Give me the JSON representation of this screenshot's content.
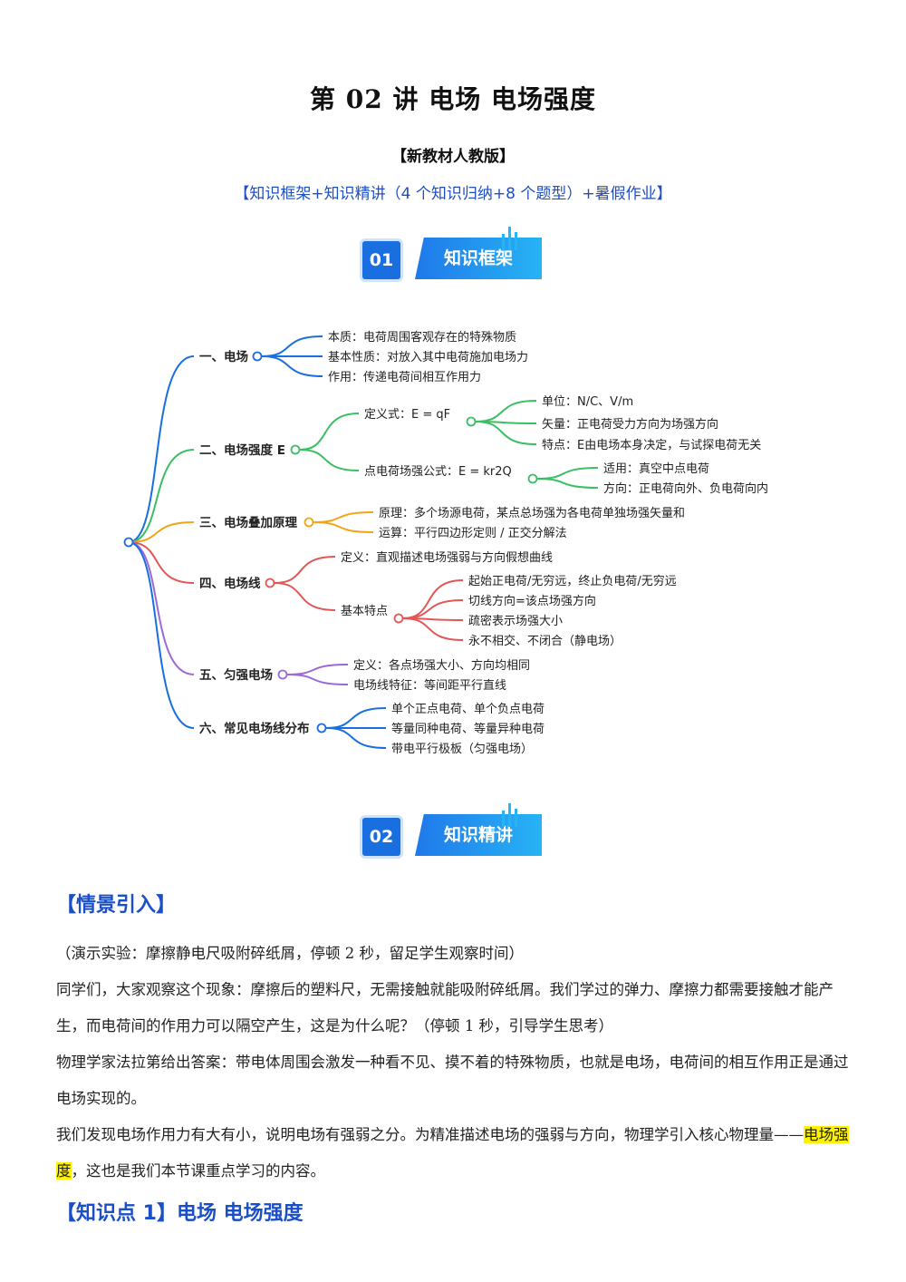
{
  "title": "第 02 讲  电场  电场强度",
  "edition": "【新教材人教版】",
  "subtitle": "【知识框架+知识精讲（4 个知识归纳+8 个题型）+暑假作业】",
  "banners": [
    {
      "num": "01",
      "label": "知识框架"
    },
    {
      "num": "02",
      "label": "知识精讲"
    }
  ],
  "colors": {
    "blue": "#1a6fe0",
    "green": "#3bbf63",
    "orange": "#f2a516",
    "red": "#e45757",
    "purple": "#9b6ad6",
    "heading": "#1b4fc7"
  },
  "mindmap": {
    "branches": [
      {
        "label": "一、电场",
        "children": [
          {
            "label": "本质：电荷周围客观存在的特殊物质"
          },
          {
            "label": "基本性质：对放入其中电荷施加电场力"
          },
          {
            "label": "作用：传递电荷间相互作用力"
          }
        ]
      },
      {
        "label": "二、电场强度 E",
        "children": [
          {
            "label": "定义式：E = qF",
            "children": [
              {
                "label": "单位：N/C、V/m"
              },
              {
                "label": "矢量：正电荷受力方向为场强方向"
              },
              {
                "label": "特点：E由电场本身决定，与试探电荷无关"
              }
            ]
          },
          {
            "label": "点电荷场强公式：E = kr2Q",
            "children": [
              {
                "label": "适用：真空中点电荷"
              },
              {
                "label": "方向：正电荷向外、负电荷向内"
              }
            ]
          }
        ]
      },
      {
        "label": "三、电场叠加原理",
        "children": [
          {
            "label": "原理：多个场源电荷，某点总场强为各电荷单独场强矢量和"
          },
          {
            "label": "运算：平行四边形定则 / 正交分解法"
          }
        ]
      },
      {
        "label": "四、电场线",
        "children": [
          {
            "label": "定义：直观描述电场强弱与方向假想曲线"
          },
          {
            "label": "基本特点",
            "children": [
              {
                "label": "起始正电荷/无穷远，终止负电荷/无穷远"
              },
              {
                "label": "切线方向=该点场强方向"
              },
              {
                "label": "疏密表示场强大小"
              },
              {
                "label": "永不相交、不闭合（静电场）"
              }
            ]
          }
        ]
      },
      {
        "label": "五、匀强电场",
        "children": [
          {
            "label": "定义：各点场强大小、方向均相同"
          },
          {
            "label": "电场线特征：等间距平行直线"
          }
        ]
      },
      {
        "label": "六、常见电场线分布",
        "children": [
          {
            "label": "单个正点电荷、单个负点电荷"
          },
          {
            "label": "等量同种电荷、等量异种电荷"
          },
          {
            "label": "带电平行极板（匀强电场）"
          }
        ]
      }
    ]
  },
  "intro": {
    "heading": "【情景引入】",
    "p1": "（演示实验：摩擦静电尺吸附碎纸屑，停顿 2 秒，留足学生观察时间）",
    "p2": "同学们，大家观察这个现象：摩擦后的塑料尺，无需接触就能吸附碎纸屑。我们学过的弹力、摩擦力都需要接触才能产生，而电荷间的作用力可以隔空产生，这是为什么呢？（停顿 1 秒，引导学生思考）",
    "p3": "物理学家法拉第给出答案：带电体周围会激发一种看不见、摸不着的特殊物质，也就是电场，电荷间的相互作用正是通过电场实现的。",
    "p4_pre": "我们发现电场作用力有大有小，说明电场有强弱之分。为精准描述电场的强弱与方向，物理学引入核心物理量——",
    "p4_hl": "电场强度",
    "p4_post": "，这也是我们本节课重点学习的内容。"
  },
  "kp1": {
    "heading": "【知识点 1】电场  电场强度"
  }
}
